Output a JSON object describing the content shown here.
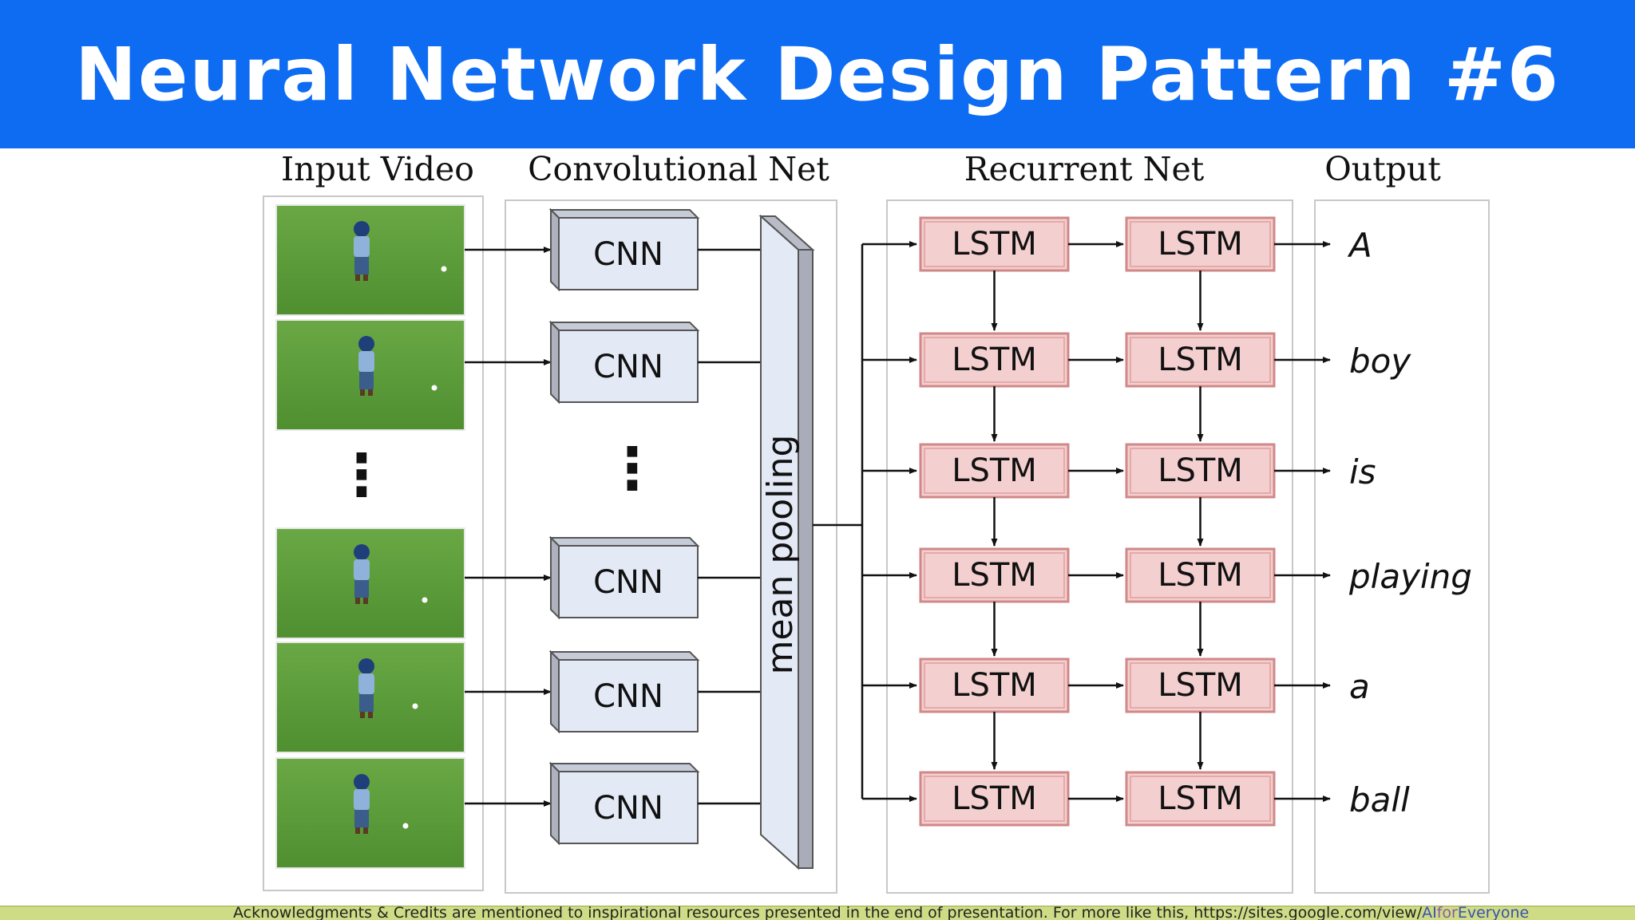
{
  "slide": {
    "title": "Neural Network Design Pattern #6"
  },
  "diagram": {
    "column_headers": {
      "input": "Input Video",
      "conv": "Convolutional Net",
      "recurrent": "Recurrent Net",
      "output": "Output"
    },
    "cnn_label": "CNN",
    "pooling_label": "mean pooling",
    "lstm_label": "LSTM",
    "ellipsis": "⋮",
    "output_words": [
      "A",
      "boy",
      "is",
      "playing",
      "a",
      "ball"
    ],
    "colors": {
      "title_bar": "#0d6cf2",
      "cnn_fill": "#e4e9f6",
      "lstm_fill": "#f4cfcf",
      "lstm_border": "#d08888",
      "grass": "#5f9e3c"
    }
  },
  "footer": {
    "text": "Acknowledgments & Credits are mentioned to inspirational resources presented in the end of presentation.  For more like this, https://sites.google.com/view/",
    "link_ai": "AI",
    "link_for": "for",
    "link_everyone": "Everyone"
  }
}
